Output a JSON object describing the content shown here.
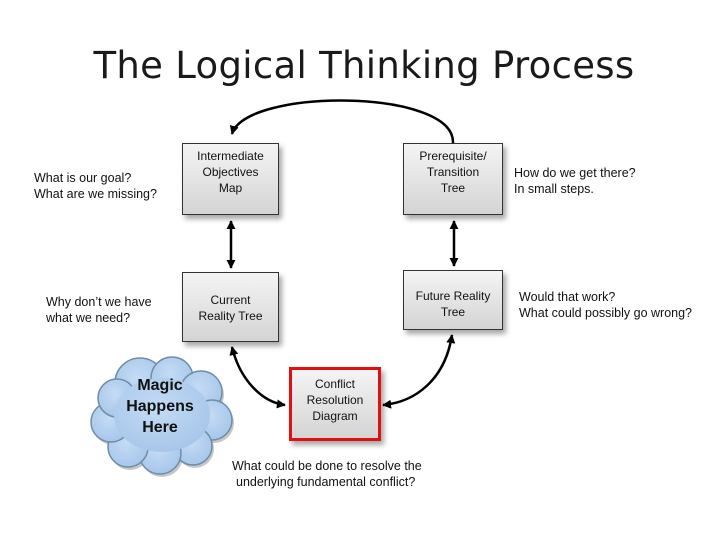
{
  "title": "The Logical Thinking Process",
  "boxes": {
    "intermediate_objectives_map": [
      "Intermediate",
      "Objectives",
      "Map"
    ],
    "prerequisite_transition_tree": [
      "Prerequisite/",
      "Transition",
      "Tree"
    ],
    "current_reality_tree": [
      "Current",
      "Reality Tree"
    ],
    "future_reality_tree": [
      "Future Reality",
      "Tree"
    ],
    "conflict_resolution_diagram": [
      "Conflict",
      "Resolution",
      "Diagram"
    ]
  },
  "notes": {
    "goal": [
      "What is our goal?",
      "What are we missing?"
    ],
    "steps": [
      "How do we get there?",
      "In small steps."
    ],
    "need": [
      "Why don’t we have",
      "what we need?"
    ],
    "work": [
      "Would that work?",
      "What could possibly go wrong?"
    ],
    "conflict": [
      "What could be done to resolve the",
      "underlying fundamental conflict?"
    ]
  },
  "cloud": [
    "Magic",
    "Happens",
    "Here"
  ],
  "colors": {
    "box_fill_top": "#f4f4f4",
    "box_fill_bottom": "#d4d4d4",
    "highlight_border": "#e01010",
    "cloud_fill": "#aaccf0",
    "cloud_stroke": "#6f8ca8"
  }
}
